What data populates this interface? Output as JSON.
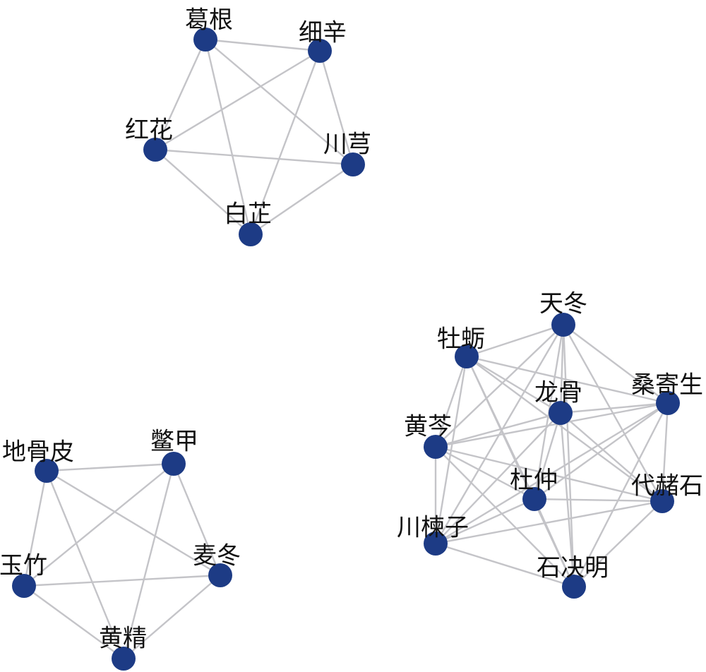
{
  "colors": {
    "background": "#ffffff",
    "node": "#1d3b85",
    "edge": "#c4c4c8",
    "label": "#111111"
  },
  "clusters": [
    {
      "nodes": [
        {
          "id": "gegen",
          "label": "葛根"
        },
        {
          "id": "xixin",
          "label": "细辛"
        },
        {
          "id": "honghua",
          "label": "红花"
        },
        {
          "id": "chuanxiong",
          "label": "川芎"
        },
        {
          "id": "baizhi",
          "label": "白芷"
        }
      ],
      "edges": [
        [
          "gegen",
          "xixin"
        ],
        [
          "gegen",
          "honghua"
        ],
        [
          "gegen",
          "chuanxiong"
        ],
        [
          "gegen",
          "baizhi"
        ],
        [
          "xixin",
          "honghua"
        ],
        [
          "xixin",
          "chuanxiong"
        ],
        [
          "xixin",
          "baizhi"
        ],
        [
          "honghua",
          "chuanxiong"
        ],
        [
          "honghua",
          "baizhi"
        ],
        [
          "chuanxiong",
          "baizhi"
        ]
      ]
    },
    {
      "nodes": [
        {
          "id": "diguapi",
          "label": "地骨皮"
        },
        {
          "id": "biejia",
          "label": "鳖甲"
        },
        {
          "id": "yuzhu",
          "label": "玉竹"
        },
        {
          "id": "maidong",
          "label": "麦冬"
        },
        {
          "id": "huangjing",
          "label": "黄精"
        }
      ],
      "edges": [
        [
          "diguapi",
          "biejia"
        ],
        [
          "diguapi",
          "yuzhu"
        ],
        [
          "diguapi",
          "maidong"
        ],
        [
          "diguapi",
          "huangjing"
        ],
        [
          "biejia",
          "yuzhu"
        ],
        [
          "biejia",
          "maidong"
        ],
        [
          "biejia",
          "huangjing"
        ],
        [
          "yuzhu",
          "maidong"
        ],
        [
          "yuzhu",
          "huangjing"
        ],
        [
          "maidong",
          "huangjing"
        ]
      ]
    },
    {
      "nodes": [
        {
          "id": "tiandong",
          "label": "天冬"
        },
        {
          "id": "mulisi",
          "label": "牡蛎"
        },
        {
          "id": "sangjisheng",
          "label": "桑寄生"
        },
        {
          "id": "longgu",
          "label": "龙骨"
        },
        {
          "id": "huangqin",
          "label": "黄芩"
        },
        {
          "id": "duzhong",
          "label": "杜仲"
        },
        {
          "id": "daizheshi",
          "label": "代赭石"
        },
        {
          "id": "chuanlianzi",
          "label": "川楝子"
        },
        {
          "id": "shijueming",
          "label": "石决明"
        }
      ],
      "edges": [
        [
          "tiandong",
          "mulisi"
        ],
        [
          "tiandong",
          "sangjisheng"
        ],
        [
          "tiandong",
          "longgu"
        ],
        [
          "tiandong",
          "huangqin"
        ],
        [
          "tiandong",
          "duzhong"
        ],
        [
          "tiandong",
          "daizheshi"
        ],
        [
          "tiandong",
          "chuanlianzi"
        ],
        [
          "tiandong",
          "shijueming"
        ],
        [
          "mulisi",
          "sangjisheng"
        ],
        [
          "mulisi",
          "longgu"
        ],
        [
          "mulisi",
          "huangqin"
        ],
        [
          "mulisi",
          "duzhong"
        ],
        [
          "mulisi",
          "daizheshi"
        ],
        [
          "mulisi",
          "chuanlianzi"
        ],
        [
          "mulisi",
          "shijueming"
        ],
        [
          "sangjisheng",
          "longgu"
        ],
        [
          "sangjisheng",
          "huangqin"
        ],
        [
          "sangjisheng",
          "duzhong"
        ],
        [
          "sangjisheng",
          "daizheshi"
        ],
        [
          "sangjisheng",
          "chuanlianzi"
        ],
        [
          "sangjisheng",
          "shijueming"
        ],
        [
          "longgu",
          "huangqin"
        ],
        [
          "longgu",
          "duzhong"
        ],
        [
          "longgu",
          "daizheshi"
        ],
        [
          "longgu",
          "chuanlianzi"
        ],
        [
          "longgu",
          "shijueming"
        ],
        [
          "huangqin",
          "duzhong"
        ],
        [
          "huangqin",
          "daizheshi"
        ],
        [
          "huangqin",
          "chuanlianzi"
        ],
        [
          "huangqin",
          "shijueming"
        ],
        [
          "duzhong",
          "daizheshi"
        ],
        [
          "duzhong",
          "chuanlianzi"
        ],
        [
          "duzhong",
          "shijueming"
        ],
        [
          "daizheshi",
          "chuanlianzi"
        ],
        [
          "daizheshi",
          "shijueming"
        ],
        [
          "chuanlianzi",
          "shijueming"
        ]
      ]
    }
  ]
}
